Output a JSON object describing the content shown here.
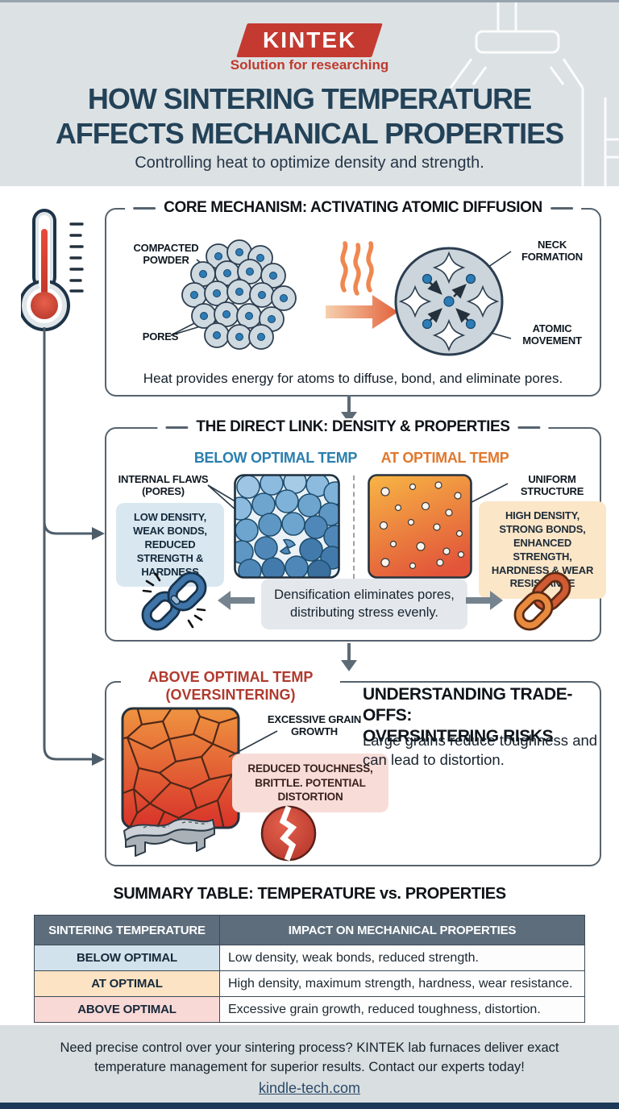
{
  "header": {
    "logo_text": "KINTEK",
    "logo_tagline": "Solution for researching",
    "title_line1": "HOW SINTERING TEMPERATURE",
    "title_line2": "AFFECTS MECHANICAL PROPERTIES",
    "subtitle": "Controlling heat to optimize density and strength."
  },
  "core_mechanism": {
    "title": "CORE MECHANISM: ACTIVATING ATOMIC DIFFUSION",
    "label_compacted_powder": "COMPACTED POWDER",
    "label_pores": "PORES",
    "label_neck_formation": "NECK FORMATION",
    "label_atomic_movement": "ATOMIC MOVEMENT",
    "caption": "Heat provides energy for atoms to diffuse, bond, and eliminate pores."
  },
  "direct_link": {
    "title": "THE DIRECT LINK: DENSITY & PROPERTIES",
    "below_heading": "BELOW OPTIMAL TEMP",
    "below_label": "INTERNAL FLAWS (PORES)",
    "below_box": "LOW DENSITY, WEAK BONDS, REDUCED STRENGTH & HARDNESS",
    "optimal_heading": "AT OPTIMAL TEMP",
    "optimal_label": "UNIFORM STRUCTURE",
    "optimal_box": "HIGH DENSITY, STRONG BONDS, ENHANCED STRENGTH, HARDNESS & WEAR RESISTANCE",
    "pill": "Densification eliminates pores, distributing stress evenly."
  },
  "tradeoffs": {
    "left_heading_line1": "ABOVE OPTIMAL TEMP",
    "left_heading_line2": "(OVERSINTERING)",
    "label_grain": "EXCESSIVE GRAIN GROWTH",
    "box": "REDUCED TOUCHNESS, BRITTLE. POTENTIAL DISTORTION",
    "right_heading_line1": "UNDERSTANDING TRADE-OFFS:",
    "right_heading_line2": "OVERSINTERING RISKS",
    "body": "Large grains reduce toughness and can lead to distortion."
  },
  "summary": {
    "title": "SUMMARY TABLE: TEMPERATURE vs. PROPERTIES",
    "col1": "SINTERING TEMPERATURE",
    "col2": "IMPACT ON MECHANICAL PROPERTIES",
    "rows": [
      {
        "temp": "BELOW OPTIMAL",
        "impact": "Low density, weak bonds, reduced strength."
      },
      {
        "temp": "AT OPTIMAL",
        "impact": "High density, maximum strength, hardness, wear resistance."
      },
      {
        "temp": "ABOVE OPTIMAL",
        "impact": "Excessive grain growth, reduced toughness, distortion."
      }
    ]
  },
  "footer": {
    "line1": "Need precise control over your sintering process? KINTEK lab furnaces deliver exact",
    "line2": "temperature management for superior results. Contact our experts today!",
    "link": "kindle-tech.com"
  },
  "icons": [
    "thermometer-icon",
    "furnace-outline-icon",
    "heat-arrow-icon",
    "powder-cluster-icon",
    "sintered-particle-icon",
    "broken-chain-icon",
    "linked-chain-icon",
    "porous-microstructure-icon",
    "dense-microstructure-icon",
    "grain-growth-icon",
    "warped-part-icon",
    "cracked-part-icon",
    "down-arrow-icon"
  ],
  "colors": {
    "brand_red": "#c43a31",
    "title_navy": "#234258",
    "below_blue": "#2a7fae",
    "optimal_orange": "#e0772e",
    "oversinter_red": "#b03a2e",
    "table_header": "#5d6d7c",
    "row_below": "#d2e2ec",
    "row_optimal": "#fbe3c4",
    "row_above": "#f8d9d6",
    "header_bg": "#dce1e4"
  }
}
